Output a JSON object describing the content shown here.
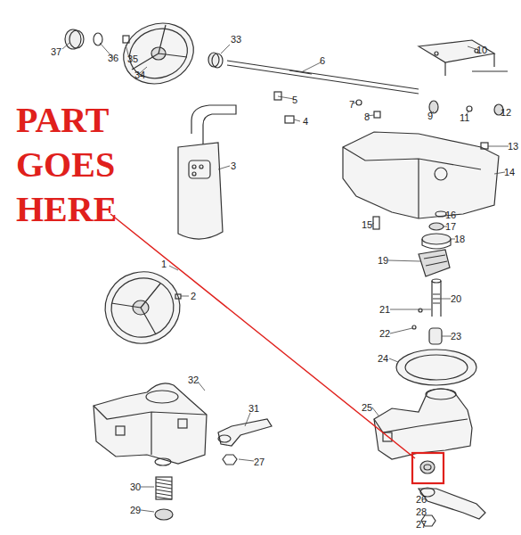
{
  "diagram": {
    "labels": [
      "PART GOES HERE",
      "37",
      "36",
      "35",
      "34",
      "33",
      "6",
      "10",
      "5",
      "4",
      "7",
      "8",
      "9",
      "11",
      "12",
      "3",
      "13",
      "14",
      "15",
      "16",
      "17",
      "18",
      "19",
      "21",
      "20",
      "22",
      "23",
      "24",
      "1",
      "2",
      "32",
      "31",
      "25",
      "27",
      "30",
      "29",
      "26",
      "28",
      "27"
    ]
  }
}
